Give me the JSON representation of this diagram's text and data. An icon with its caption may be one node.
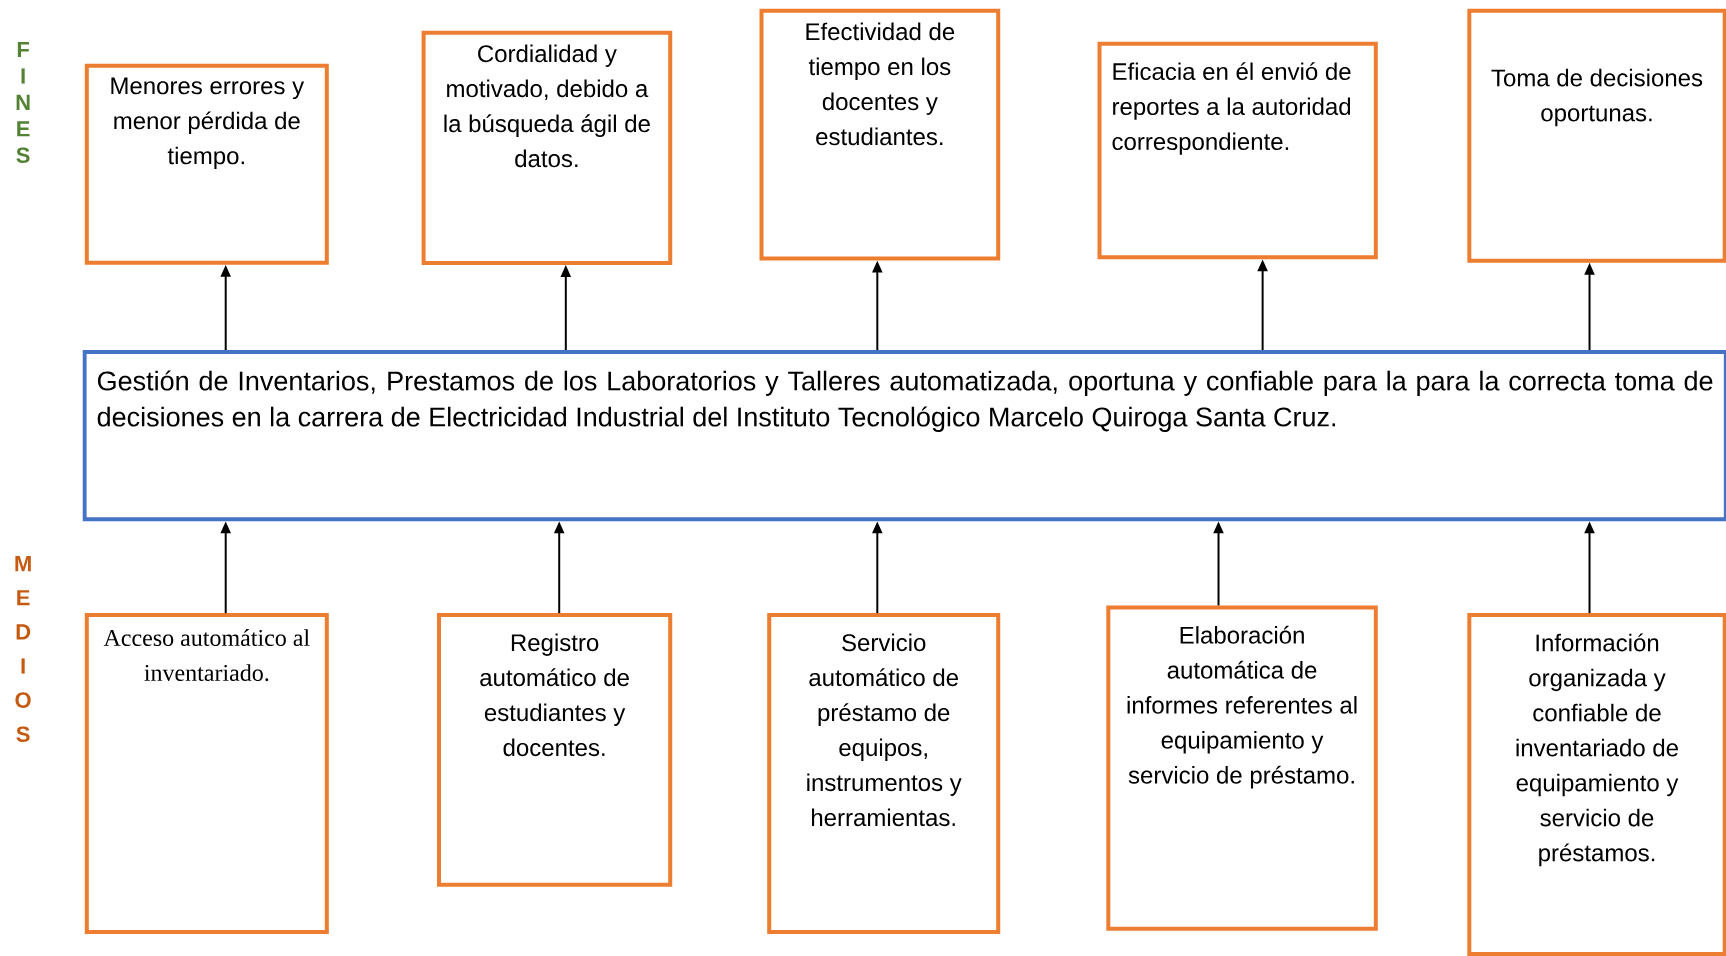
{
  "diagram": {
    "nodes": [
      {
        "text": [
          "Menores errores y menor pérdida de tiempo."
        ]
      },
      {
        "text": [
          "Cordialidad y motivado, debido a la búsqueda ágil de datos."
        ]
      },
      {
        "text": [
          "Efectividad de tiempo en los docentes y estudiantes."
        ]
      },
      {
        "text": [
          "Eficacia en él envió de reportes a la autoridad correspondiente."
        ]
      },
      {
        "text": [
          "Toma de decisiones oportunas."
        ]
      },
      {
        "text": [
          "Gestión de Inventarios, Prestamos de los Laboratorios y Talleres automatizada, oportuna y confiable para la para la correcta toma de decisiones en la carrera de Electricidad Industrial del Instituto Tecnológico Marcelo Quiroga Santa Cruz."
        ]
      },
      {
        "text": [
          "Acceso automático al inventariado."
        ]
      },
      {
        "text": [
          "Registro automático de estudiantes y docentes."
        ]
      },
      {
        "text": [
          "Servicio automático de préstamo de equipos, instrumentos y herramientas."
        ]
      },
      {
        "text": [
          "Elaboración automática de informes referentes al equipamiento y servicio de préstamo."
        ]
      },
      {
        "text": [
          "Información organizada y confiable de inventariado de equipamiento y servicio de préstamos."
        ]
      }
    ],
    "edges": [
      {
        "from": 5,
        "to": 0,
        "arrow": "to"
      },
      {
        "from": 5,
        "to": 1,
        "arrow": "to"
      },
      {
        "from": 5,
        "to": 2,
        "arrow": "to"
      },
      {
        "from": 5,
        "to": 3,
        "arrow": "to"
      },
      {
        "from": 5,
        "to": 4,
        "arrow": "to"
      },
      {
        "from": 6,
        "to": 5,
        "arrow": "to"
      },
      {
        "from": 7,
        "to": 5,
        "arrow": "to"
      },
      {
        "from": 8,
        "to": 5,
        "arrow": "to"
      },
      {
        "from": 9,
        "to": 5,
        "arrow": "to"
      },
      {
        "from": 10,
        "to": 5,
        "arrow": "to"
      }
    ],
    "labels": [
      "F",
      "I",
      "N",
      "E",
      "S",
      "M",
      "E",
      "D",
      "I",
      "O",
      "S"
    ]
  }
}
